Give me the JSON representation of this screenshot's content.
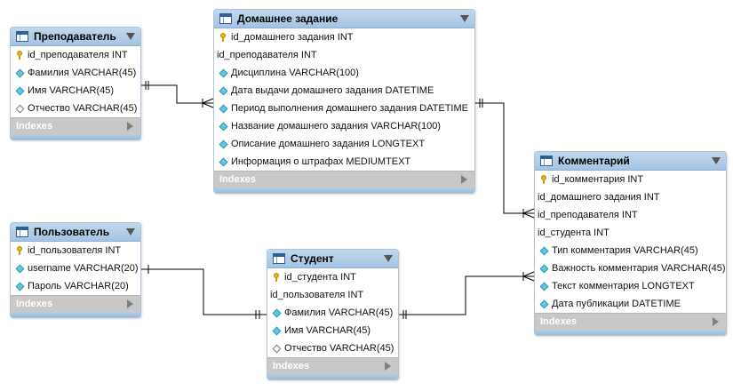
{
  "footer_label": "Indexes",
  "tables": {
    "teacher": {
      "title": "Преподаватель",
      "columns": [
        {
          "text": "id_преподавателя INT",
          "icon": "primary-key-icon"
        },
        {
          "text": "Фамилия VARCHAR(45)",
          "icon": "column-diamond-icon"
        },
        {
          "text": "Имя VARCHAR(45)",
          "icon": "column-diamond-icon"
        },
        {
          "text": "Отчество VARCHAR(45)",
          "icon": "nullable-column-diamond-icon"
        }
      ]
    },
    "homework": {
      "title": "Домашнее задание",
      "columns": [
        {
          "text": "id_домашнего задания INT",
          "icon": "primary-key-icon"
        },
        {
          "text": "id_преподавателя INT",
          "icon": "none"
        },
        {
          "text": "Дисциплина VARCHAR(100)",
          "icon": "column-diamond-icon"
        },
        {
          "text": "Дата выдачи домашнего задания DATETIME",
          "icon": "column-diamond-icon"
        },
        {
          "text": "Период выполнения домашнего задания DATETIME",
          "icon": "column-diamond-icon"
        },
        {
          "text": "Название домашнего задания VARCHAR(100)",
          "icon": "column-diamond-icon"
        },
        {
          "text": "Описание домашнего задания LONGTEXT",
          "icon": "column-diamond-icon"
        },
        {
          "text": "Информация о штрафах MEDIUMTEXT",
          "icon": "column-diamond-icon"
        }
      ]
    },
    "user": {
      "title": "Пользователь",
      "columns": [
        {
          "text": "id_пользователя INT",
          "icon": "primary-key-icon"
        },
        {
          "text": "username VARCHAR(20)",
          "icon": "column-diamond-icon"
        },
        {
          "text": "Пароль VARCHAR(20)",
          "icon": "column-diamond-icon"
        }
      ]
    },
    "student": {
      "title": "Студент",
      "columns": [
        {
          "text": "id_студента INT",
          "icon": "primary-key-icon"
        },
        {
          "text": "id_пользователя INT",
          "icon": "none"
        },
        {
          "text": "Фамилия VARCHAR(45)",
          "icon": "column-diamond-icon"
        },
        {
          "text": "Имя VARCHAR(45)",
          "icon": "column-diamond-icon"
        },
        {
          "text": "Отчество VARCHAR(45)",
          "icon": "nullable-column-diamond-icon"
        }
      ]
    },
    "comment": {
      "title": "Комментарий",
      "columns": [
        {
          "text": "id_комментария INT",
          "icon": "primary-key-icon"
        },
        {
          "text": "id_домашнего задания INT",
          "icon": "none"
        },
        {
          "text": "id_преподавателя INT",
          "icon": "none"
        },
        {
          "text": "id_студента INT",
          "icon": "none"
        },
        {
          "text": "Тип комментария VARCHAR(45)",
          "icon": "column-diamond-icon"
        },
        {
          "text": "Важность комментария VARCHAR(45)",
          "icon": "column-diamond-icon"
        },
        {
          "text": "Текст комментария LONGTEXT",
          "icon": "column-diamond-icon"
        },
        {
          "text": "Дата публикации DATETIME",
          "icon": "column-diamond-icon"
        }
      ]
    }
  },
  "colors": {
    "header": "#a4c4e2",
    "connector": "#000000",
    "pk_icon": "#e6b800",
    "column_icon": "#5fc8e0"
  }
}
